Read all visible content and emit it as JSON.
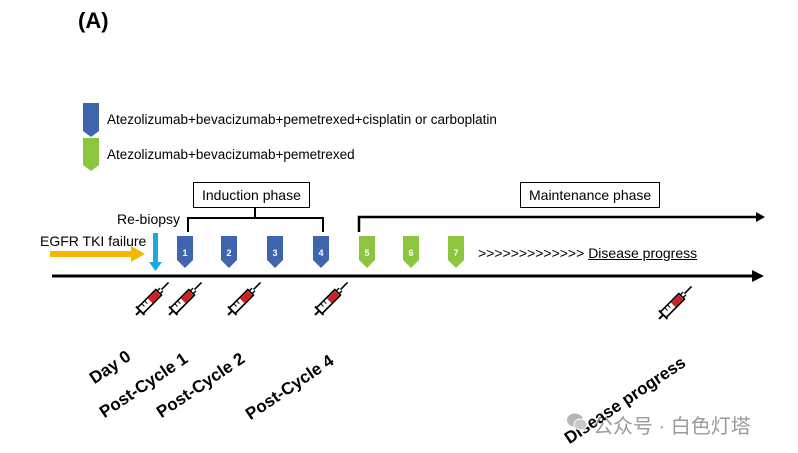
{
  "panel_label": "(A)",
  "legend": [
    {
      "text": "Atezolizumab+bevacizumab+pemetrexed+cisplatin or carboplatin",
      "color": "#3e65ad"
    },
    {
      "text": "Atezolizumab+bevacizumab+pemetrexed",
      "color": "#8cc63f"
    }
  ],
  "phases": {
    "induction": "Induction phase",
    "maintenance": "Maintenance phase"
  },
  "rebiopsy_label": "Re-biopsy",
  "egfr_label": "EGFR TKI failure",
  "cycles": [
    "1",
    "2",
    "3",
    "4",
    "5",
    "6",
    "7"
  ],
  "progress_text": {
    "chevrons": ">>>>>>>>>>>>> ",
    "label": "Disease progress"
  },
  "timepoints": [
    "Day 0",
    "Post-Cycle 1",
    "Post-Cycle 2",
    "Post-Cycle 4",
    "Disease progress"
  ],
  "watermark": "公众号 · 白色灯塔",
  "colors": {
    "induction": "#3e65ad",
    "maintenance": "#8cc63f",
    "egfr_arrow": "#f5b800",
    "rebiopsy_arrow": "#1fa6e0"
  },
  "icons": [
    "syringe-icon",
    "wechat-icon"
  ]
}
